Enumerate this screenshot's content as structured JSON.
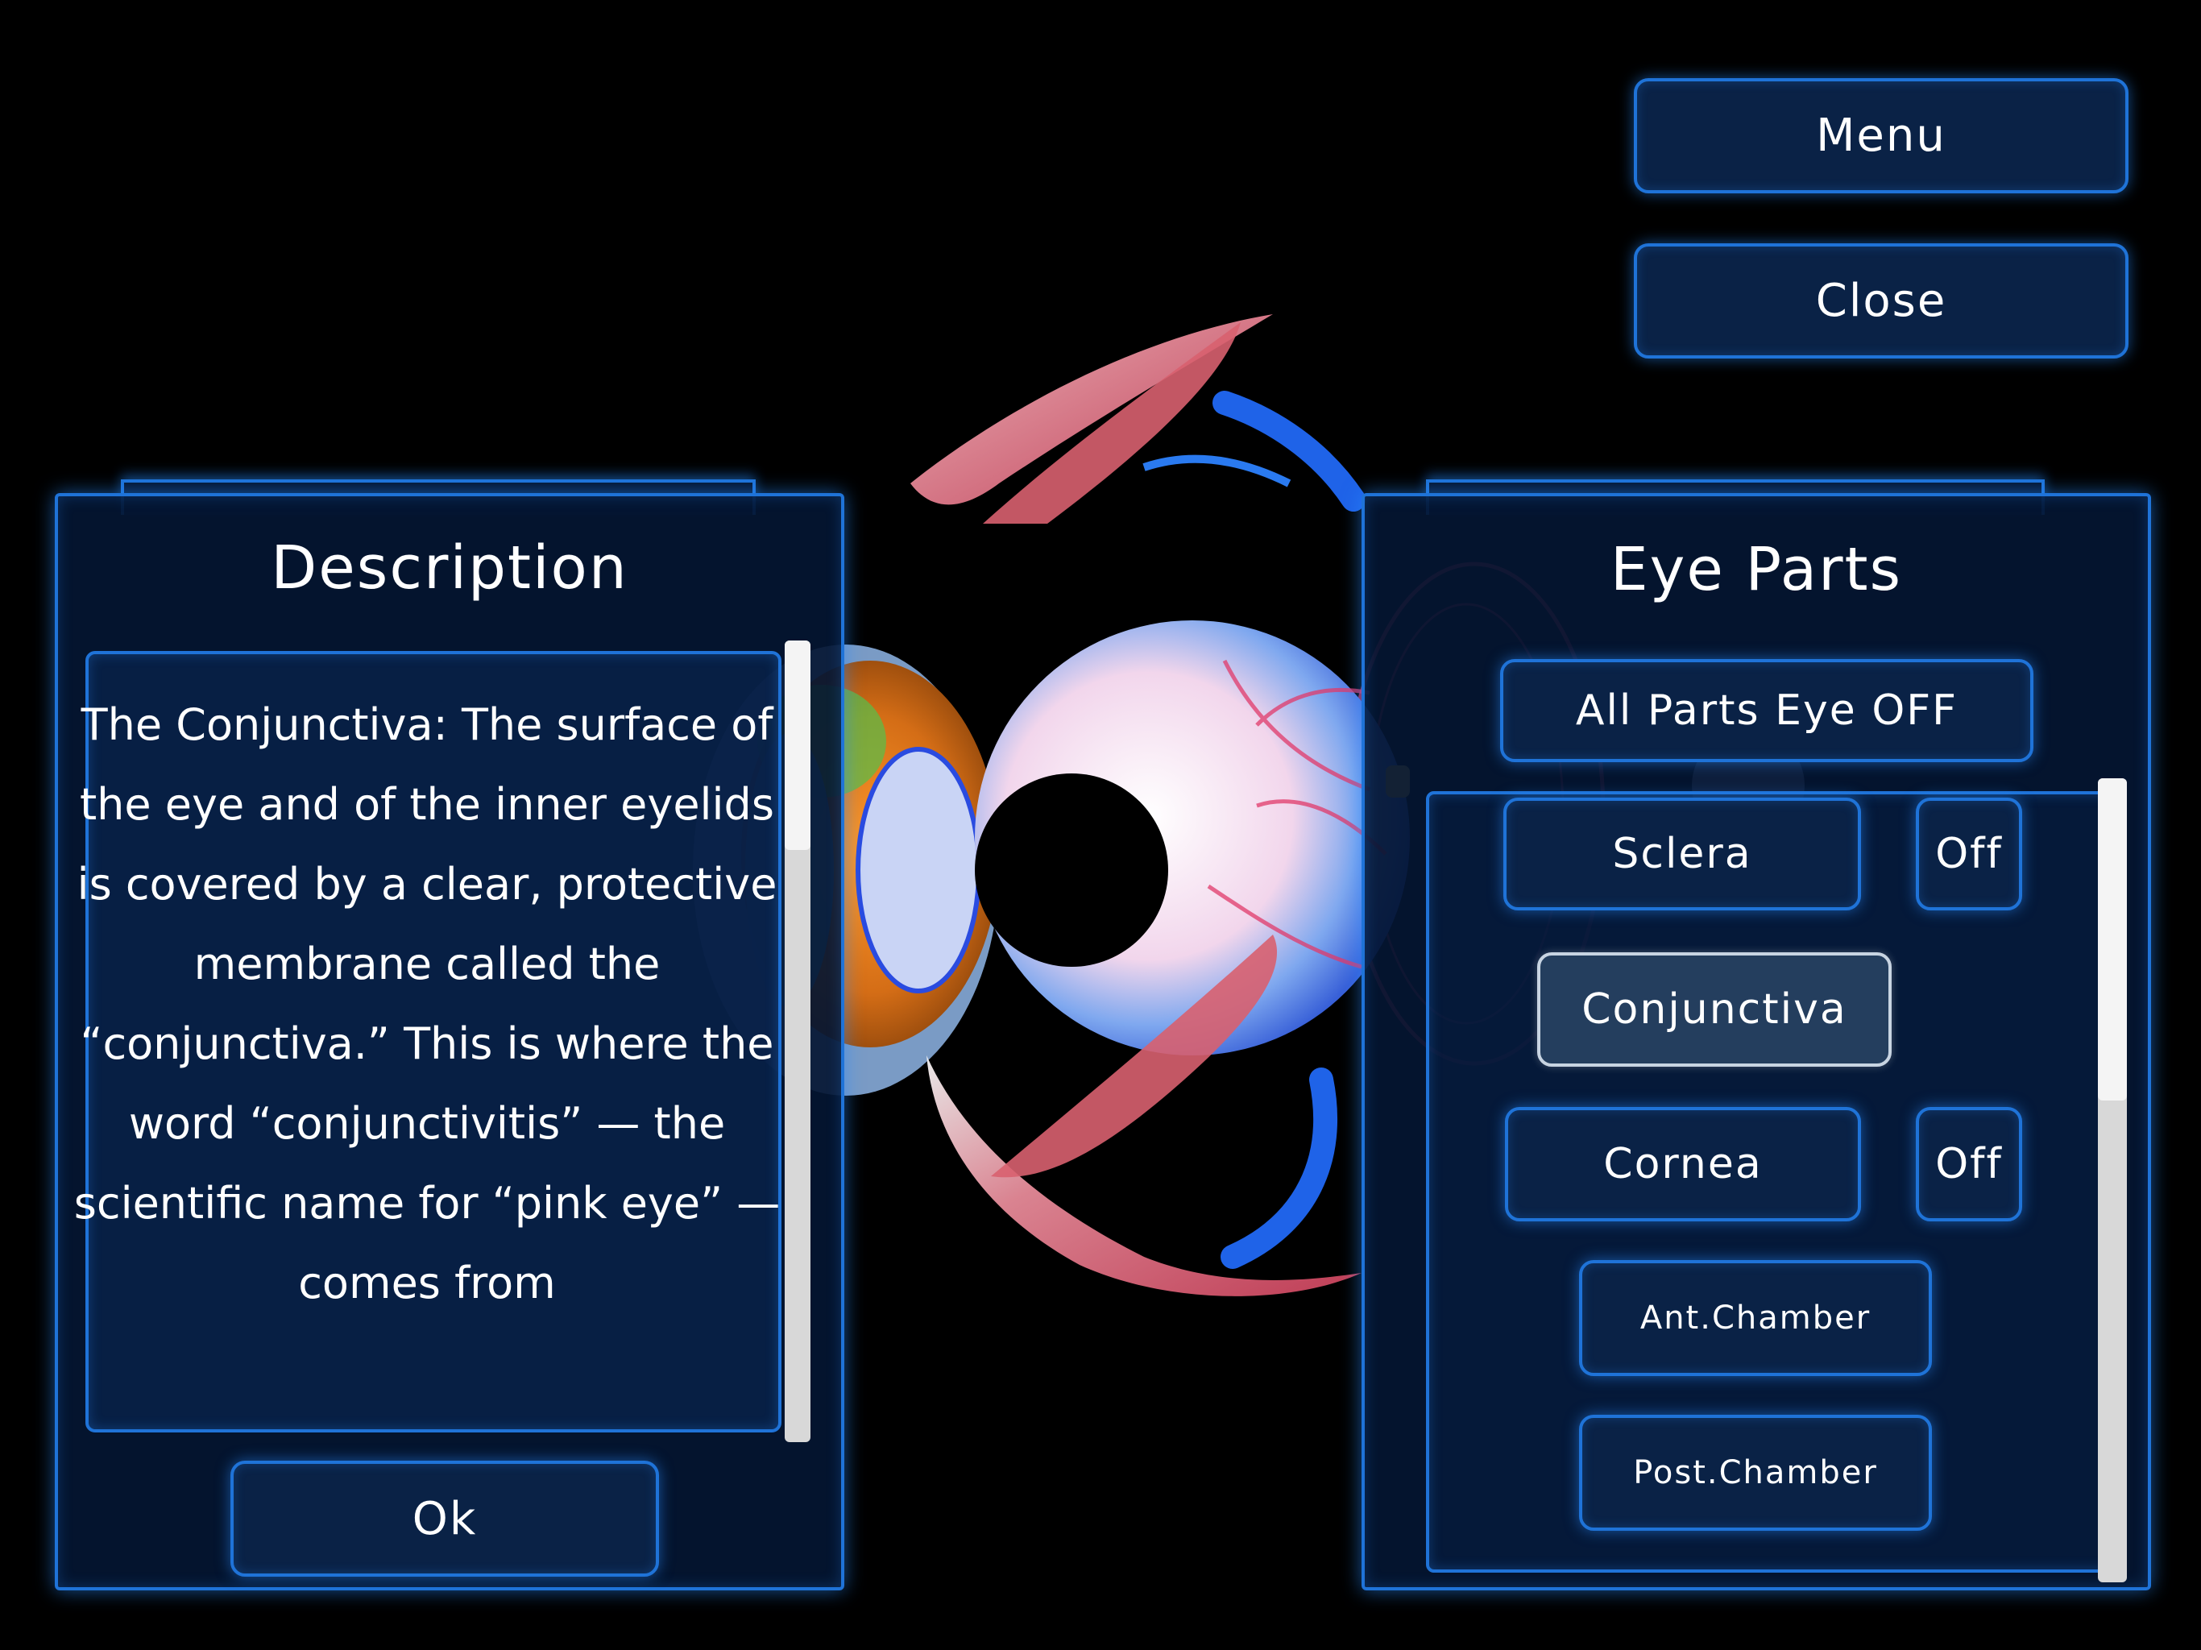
{
  "top_buttons": {
    "menu_label": "Menu",
    "close_label": "Close"
  },
  "description_panel": {
    "title": "Description",
    "text": "The Conjunctiva: The surface of the eye and of the inner eyelids is covered by a clear, protective membrane called the “conjunctiva.” This is where the word “conjunctivitis” — the scientific name for “pink eye” — comes from",
    "ok_label": "Ok"
  },
  "eye_parts_panel": {
    "title": "Eye Parts",
    "all_parts_label": "All Parts Eye OFF",
    "items": [
      {
        "label": "Sclera",
        "toggle": "Off",
        "selected": false
      },
      {
        "label": "Conjunctiva",
        "toggle": "",
        "selected": true
      },
      {
        "label": "Cornea",
        "toggle": "Off",
        "selected": false
      },
      {
        "label": "Ant.Chamber",
        "toggle": "",
        "selected": false
      },
      {
        "label": "Post.Chamber",
        "toggle": "",
        "selected": false
      }
    ]
  },
  "scene": {
    "model": "3D exploded eye anatomy model"
  },
  "colors": {
    "accent": "#1f73d8",
    "panel_bg": "#041632",
    "button_bg": "#0a2246",
    "selected_bg": "#243e5e"
  }
}
